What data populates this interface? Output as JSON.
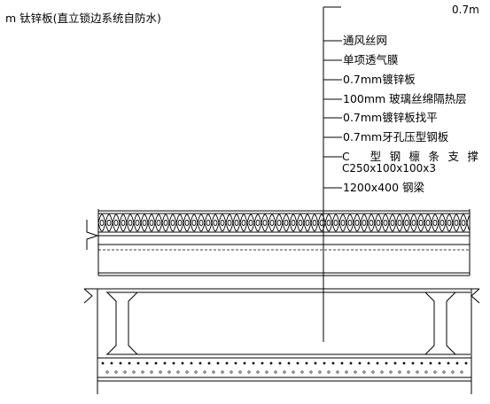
{
  "drawing": {
    "top_left_note": "m 钛锌板(直立锁边系统自防水)",
    "top_right_note": "0.7m",
    "layer_labels": [
      "通风丝网",
      "单项透气膜",
      "0.7mm镀锌板",
      "100mm 玻璃丝绵隔热层",
      "0.7mm镀锌板找平",
      "0.7mm牙孔压型钢板",
      "C 型钢檩条支撑",
      "C250x100x100x3",
      "1200x400 钢梁"
    ]
  }
}
